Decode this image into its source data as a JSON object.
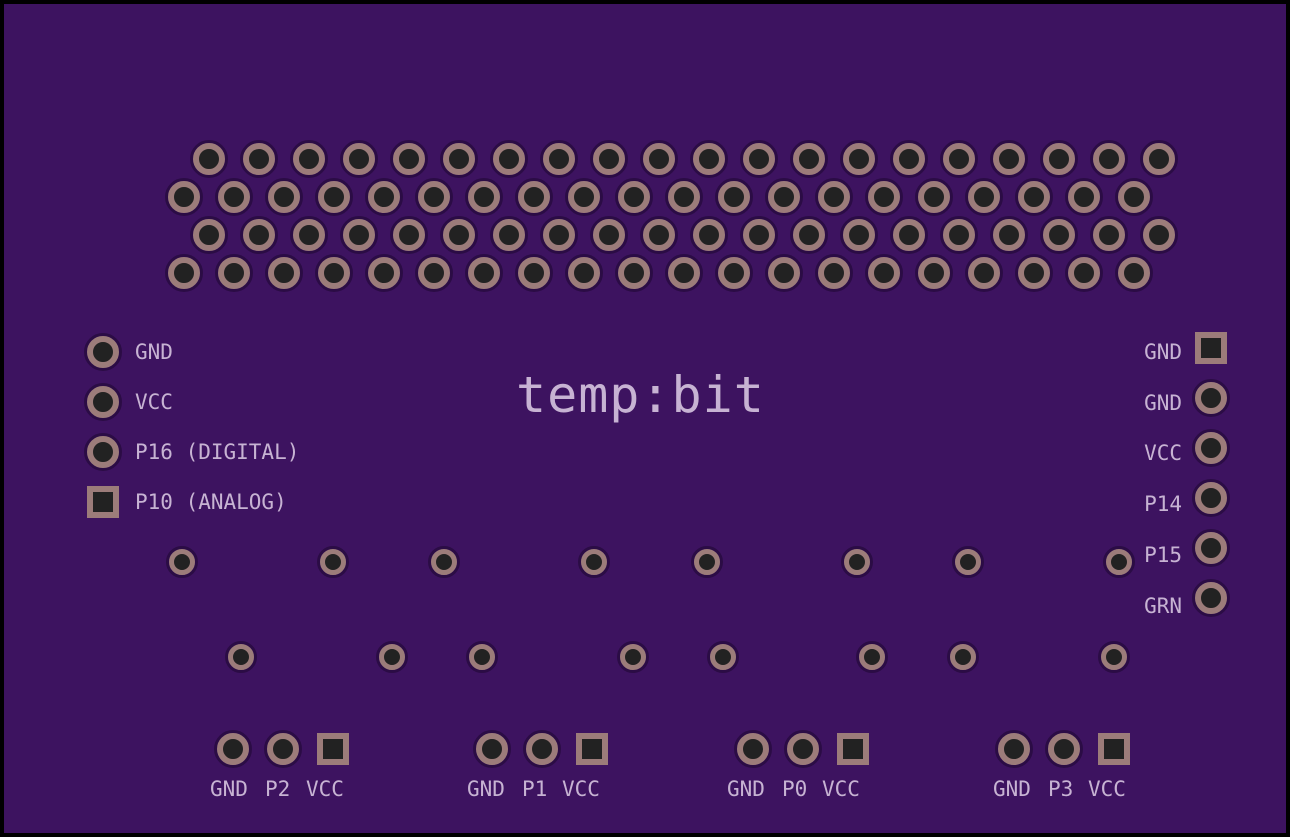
{
  "board": {
    "logo": "temp:bit",
    "colors": {
      "board": "#3d1360",
      "silkscreen": "#c7b3d3",
      "pad_copper": "#9c7c7a"
    },
    "left_header": {
      "labels": [
        "GND",
        "VCC",
        "P16 (DIGITAL)",
        "P10 (ANALOG)"
      ]
    },
    "right_header": {
      "labels": [
        "GND",
        "GND",
        "VCC",
        "P14",
        "P15",
        "GRN"
      ]
    },
    "bottom_connectors": [
      {
        "labels": [
          "GND",
          "P2",
          "VCC"
        ]
      },
      {
        "labels": [
          "GND",
          "P1",
          "VCC"
        ]
      },
      {
        "labels": [
          "GND",
          "P0",
          "VCC"
        ]
      },
      {
        "labels": [
          "GND",
          "P3",
          "VCC"
        ]
      }
    ]
  }
}
